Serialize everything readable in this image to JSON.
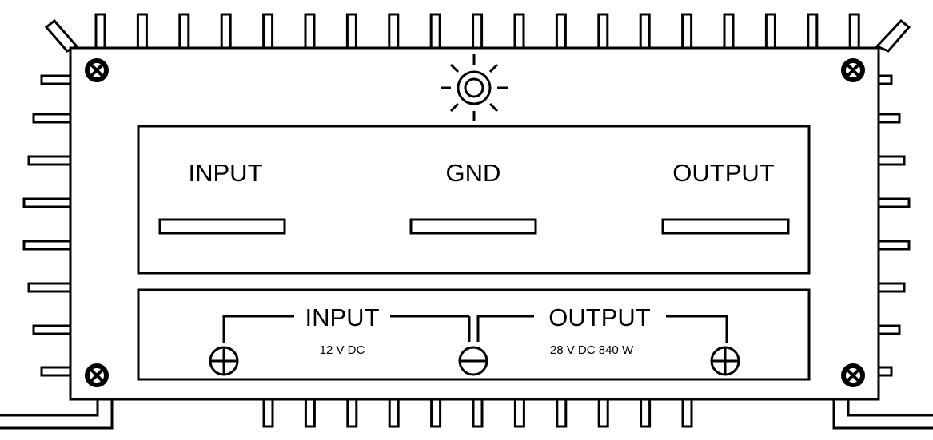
{
  "terminal_panel": {
    "input_label": "INPUT",
    "gnd_label": "GND",
    "output_label": "OUTPUT"
  },
  "spec_panel": {
    "input_label": "INPUT",
    "input_spec": "12 V DC",
    "output_label": "OUTPUT",
    "output_spec": "28 V DC 840 W"
  },
  "icons": {
    "status_led": "led-light-icon",
    "screw": "screw-icon",
    "positive": "plus-circle-icon",
    "negative": "minus-circle-icon"
  },
  "colors": {
    "stroke": "#000000",
    "fill": "#ffffff"
  }
}
